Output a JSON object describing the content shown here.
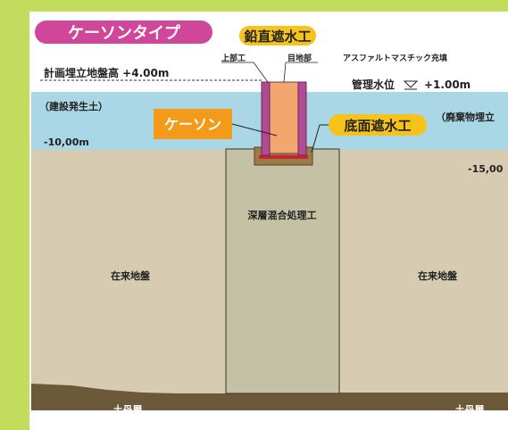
{
  "title_badge": "ケーソンタイプ",
  "labels": {
    "vertical_barrier": "鉛直遮水工",
    "ground_level": "計画埋立地盤高 +4.00m",
    "upper_part": "上部工",
    "joint_part": "目地部",
    "asphalt_fill": "アスファルトマスチック充填",
    "water_level": "管理水位",
    "water_level_value": "+1.00m",
    "construction_soil": "（建設発生土）",
    "waste": "（廃棄物埋立",
    "depth_left": "-10,00m",
    "depth_right": "-15,00",
    "caisson": "ケーソン",
    "bottom_barrier": "底面遮水工",
    "deep_mixing": "深層混合処理工",
    "ground_left": "在来地盤",
    "ground_right": "在来地盤",
    "clay_left": "土丹層",
    "clay_right": "土丹層"
  },
  "colors": {
    "background": "#c3dc5e",
    "water": "#a9d7e5",
    "ground": "#d7ccb2",
    "clay_layer": "#6b593a",
    "caisson": "#f3a76e",
    "barrier_wall": "#b14b93",
    "title_badge": "#d0469a",
    "label_yellow": "#f7c21a",
    "label_orange": "#f39a1a"
  }
}
